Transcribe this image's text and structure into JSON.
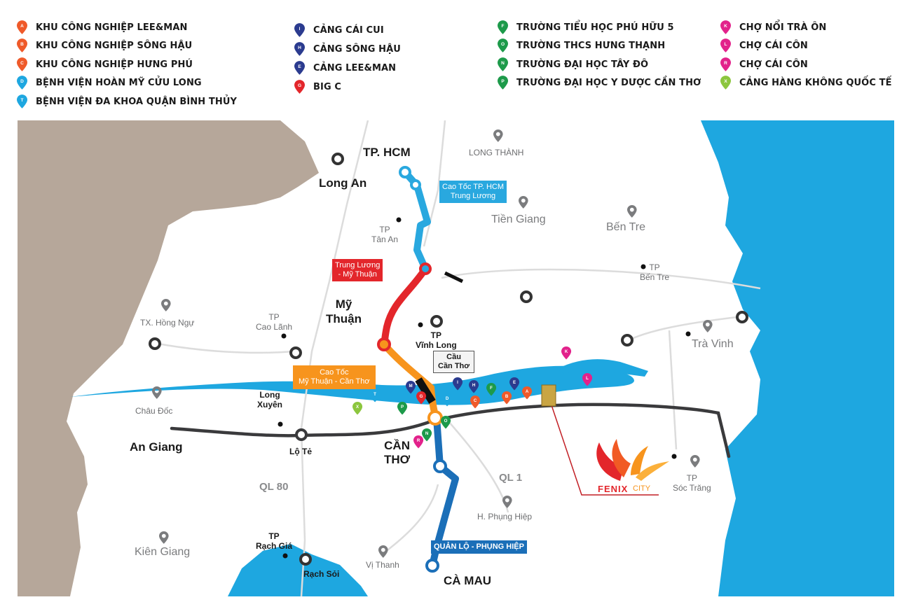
{
  "legend": [
    {
      "letter": "A",
      "label": "KHU CÔNG NGHIỆP LEE&MAN",
      "color": "#ef5a2a"
    },
    {
      "letter": "B",
      "label": "KHU CÔNG NGHIỆP SÔNG HẬU",
      "color": "#ef5a2a"
    },
    {
      "letter": "C",
      "label": "KHU CÔNG NGHIỆP HƯNG PHÚ",
      "color": "#ef5a2a"
    },
    {
      "letter": "D",
      "label": "BỆNH VIỆN HOÀN MỸ CỬU LONG",
      "color": "#1ea7e0"
    },
    {
      "letter": "T",
      "label": "BỆNH VIỆN ĐA KHOA QUẬN BÌNH THỦY",
      "color": "#1ea7e0"
    },
    {
      "letter": "I",
      "label": "CẢNG CÁI CUI",
      "color": "#2b3b8f"
    },
    {
      "letter": "H",
      "label": "CẢNG SÔNG HẬU",
      "color": "#2b3b8f"
    },
    {
      "letter": "E",
      "label": "CẢNG LEE&MAN",
      "color": "#2b3b8f"
    },
    {
      "letter": "G",
      "label": "BIG C",
      "color": "#e3262b"
    },
    {
      "letter": "F",
      "label": "TRƯỜNG TIỂU HỌC PHÚ HỮU 5",
      "color": "#1d9a4a"
    },
    {
      "letter": "O",
      "label": "TRƯỜNG THCS HƯNG THẠNH",
      "color": "#1d9a4a"
    },
    {
      "letter": "N",
      "label": "TRƯỜNG ĐẠI HỌC TÂY ĐÔ",
      "color": "#1d9a4a"
    },
    {
      "letter": "P",
      "label": "TRƯỜNG ĐẠI HỌC Y DƯỢC CẦN THƠ",
      "color": "#1d9a4a"
    },
    {
      "letter": "K",
      "label": "CHỢ NỔI TRÀ ÔN",
      "color": "#e2228b"
    },
    {
      "letter": "L",
      "label": "CHỢ CÁI CÔN",
      "color": "#e2228b"
    },
    {
      "letter": "R",
      "label": "CHỢ CÁI CÔN",
      "color": "#e2228b"
    },
    {
      "letter": "X",
      "label": "CẢNG HÀNG KHÔNG QUỐC TẾ",
      "color": "#8cc63e"
    }
  ],
  "map": {
    "places": {
      "tphcm": "TP. HCM",
      "long_an": "Long An",
      "long_thanh": "LONG THÀNH",
      "tien_giang": "Tiền Giang",
      "ben_tre": "Bến Tre",
      "tp_tan_an": "TP\nTân An",
      "tp_ben_tre": "TP\nBến Tre",
      "my_thuan": "Mỹ\nThuận",
      "tp_vinh_long": "TP\nVĩnh Long",
      "tx_hong_ngu": "TX. Hồng Ngự",
      "tp_cao_lanh": "TP\nCao Lãnh",
      "tra_vinh": "Trà Vinh",
      "chau_doc": "Châu Đốc",
      "long_xuyen": "Long\nXuyên",
      "an_giang": "An Giang",
      "lo_te": "Lộ Tẻ",
      "can_tho": "CẦN\nTHƠ",
      "ql1": "QL 1",
      "ql80": "QL 80",
      "tp_soc_trang": "TP\nSóc Trăng",
      "h_phung_hiep": "H. Phụng Hiệp",
      "kien_giang": "Kiên Giang",
      "tp_rach_gia": "TP\nRạch Giá",
      "rach_soi": "Rạch Sỏi",
      "vi_thanh": "Vị Thanh",
      "ca_mau": "CÀ MAU"
    },
    "routes": {
      "hcm_trung_luong": "Cao Tốc TP. HCM\nTrung Lương",
      "trung_luong_my_thuan": "Trung Lương\n- Mỹ Thuận",
      "my_thuan_can_tho": "Cao Tốc\nMỹ Thuận - Cần Thơ",
      "cau_can_tho": "Cầu\nCần Thơ",
      "quan_lo_phung_hiep": "QUẢN LỘ - PHỤNG HIỆP"
    },
    "route_colors": {
      "blue": "#29a8df",
      "red": "#e3262b",
      "orange": "#f7941d",
      "darkblue": "#1b6fb8"
    },
    "logo": {
      "brand": "FENIX",
      "sub": "CITY"
    }
  }
}
